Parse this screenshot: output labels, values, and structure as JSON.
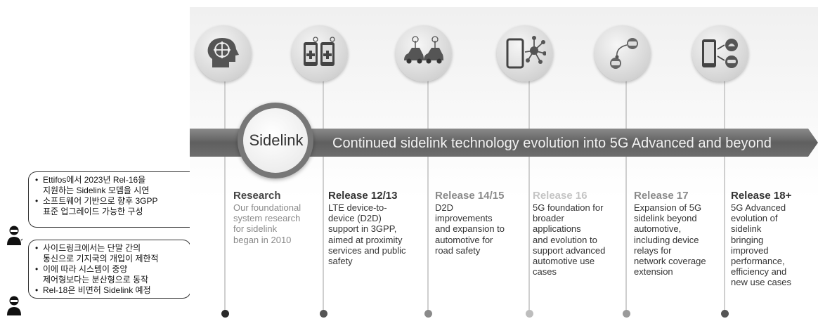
{
  "annotations": [
    {
      "lines": [
        {
          "text": "Ettifos에서 2023년 Rel-16을",
          "bullet": true
        },
        {
          "text": "지원하는 Sidelink 모뎀을 시연",
          "bullet": false
        },
        {
          "text": "소프트웨어 기반으로 향후 3GPP",
          "bullet": true
        },
        {
          "text": "표준 업그레이드 가능한 구성",
          "bullet": false
        }
      ]
    },
    {
      "lines": [
        {
          "text": "사이드링크에서는 단말 간의",
          "bullet": true
        },
        {
          "text": "통신으로 기지국의 개입이 제한적",
          "bullet": false
        },
        {
          "text": "이에 따라 시스템이 중앙",
          "bullet": true
        },
        {
          "text": "제어형보다는 분산형으로 동작",
          "bullet": false
        },
        {
          "text": "Rel-18은 비면허 Sidelink 예정",
          "bullet": true
        }
      ]
    }
  ],
  "banner": {
    "circle_label": "Sidelink",
    "text": "Continued sidelink technology evolution into 5G Advanced and beyond"
  },
  "icons": [
    "brain-compass-icon",
    "phones-medical-icon",
    "cars-antenna-icon",
    "phone-network-icon",
    "devices-relay-icon",
    "phone-car-network-icon"
  ],
  "timeline": [
    {
      "heading": "Research",
      "heading_color": "#444444",
      "body_color": "#8a8a8a",
      "body": [
        "Our foundational",
        "system research",
        "for sidelink",
        "began in 2010"
      ]
    },
    {
      "heading": "Release 12/13",
      "heading_color": "#333333",
      "body_color": "#333333",
      "body": [
        "LTE device-to-",
        "device (D2D)",
        "support in 3GPP,",
        "aimed at proximity",
        "services and public",
        "safety"
      ]
    },
    {
      "heading": "Release 14/15",
      "heading_color": "#8a8a8a",
      "body_color": "#333333",
      "body": [
        "D2D",
        "improvements",
        "and expansion to",
        "automotive for",
        "road safety"
      ]
    },
    {
      "heading": "Release 16",
      "heading_color": "#c4c4c4",
      "body_color": "#333333",
      "body": [
        "5G foundation for",
        "broader",
        "applications",
        "and evolution to",
        "support advanced",
        "automotive use",
        "cases"
      ]
    },
    {
      "heading": "Release 17",
      "heading_color": "#8a8a8a",
      "body_color": "#333333",
      "body": [
        "Expansion of 5G",
        "sidelink beyond",
        "automotive,",
        "including device",
        "relays for",
        "network coverage",
        "extension"
      ]
    },
    {
      "heading": "Release 18+",
      "heading_color": "#333333",
      "body_color": "#333333",
      "body": [
        "5G Advanced",
        "evolution of",
        "sidelink",
        "bringing",
        "improved",
        "performance,",
        "efficiency and",
        "new use cases"
      ]
    }
  ],
  "dot_colors": [
    "#2a2a2a",
    "#555555",
    "#8a8a8a",
    "#bdbdbd",
    "#9a9a9a",
    "#555555"
  ]
}
